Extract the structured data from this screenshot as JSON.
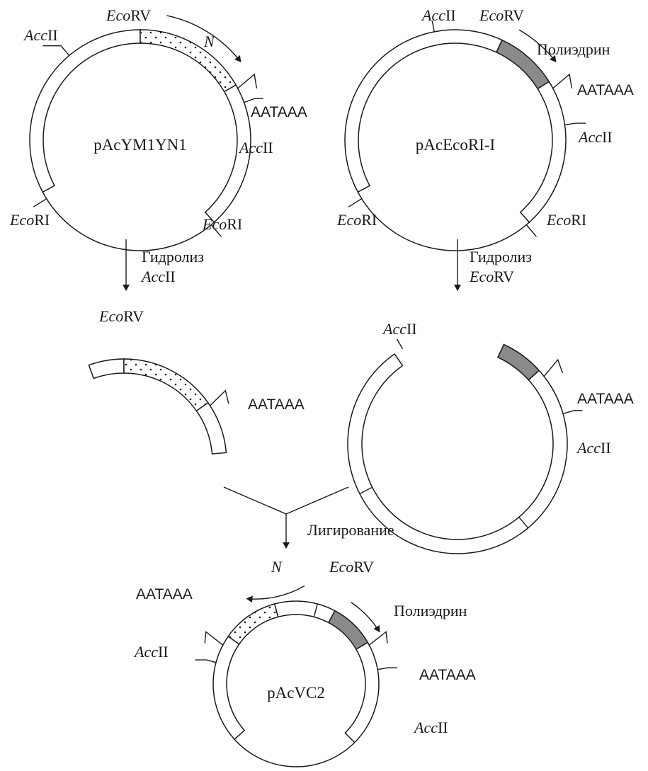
{
  "colors": {
    "ink": "#1a1a1a",
    "gene_N_fill": "dots",
    "polyhedrin_fill": "#8a8a8a"
  },
  "labels": {
    "eco_prefix": "Eco",
    "rv_suffix": "RV",
    "ri_suffix": "RI",
    "acc_prefix": "Acc",
    "ii_suffix": "II",
    "aataaa": "AATAAA",
    "n_gene": "N",
    "polyhedrin": "Полиэдрин",
    "hydrolysis": "Гидролиз"
  },
  "plasmids": {
    "p1": {
      "name": "pAcYM1YN1"
    },
    "p2": {
      "name": "pAcEcoRI-I"
    },
    "p3": {
      "name": "pAcVC2"
    }
  },
  "steps": {
    "ligation": "Лигирование"
  }
}
